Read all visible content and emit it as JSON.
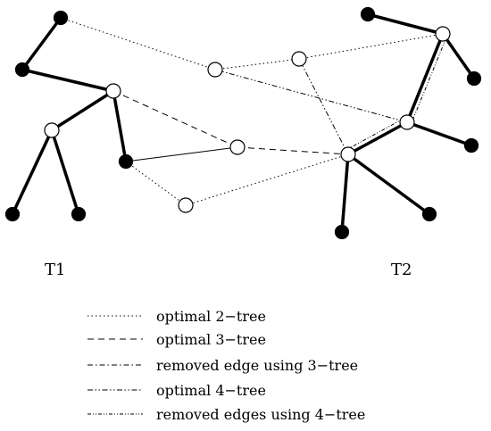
{
  "trees": {
    "t1_label": "T1",
    "t2_label": "T2"
  },
  "legend": [
    {
      "style": "dotted",
      "label": "optimal 2−tree"
    },
    {
      "style": "dashed",
      "label": "optimal 3−tree"
    },
    {
      "style": "dashdot",
      "label": "removed edge using 3−tree"
    },
    {
      "style": "dashdotdot",
      "label": "optimal 4−tree"
    },
    {
      "style": "dashdotdot2",
      "label": "removed edges using 4−tree"
    }
  ],
  "colors": {
    "filled_node": "#000000",
    "hollow_node": "#ffffff",
    "stroke": "#000000"
  }
}
